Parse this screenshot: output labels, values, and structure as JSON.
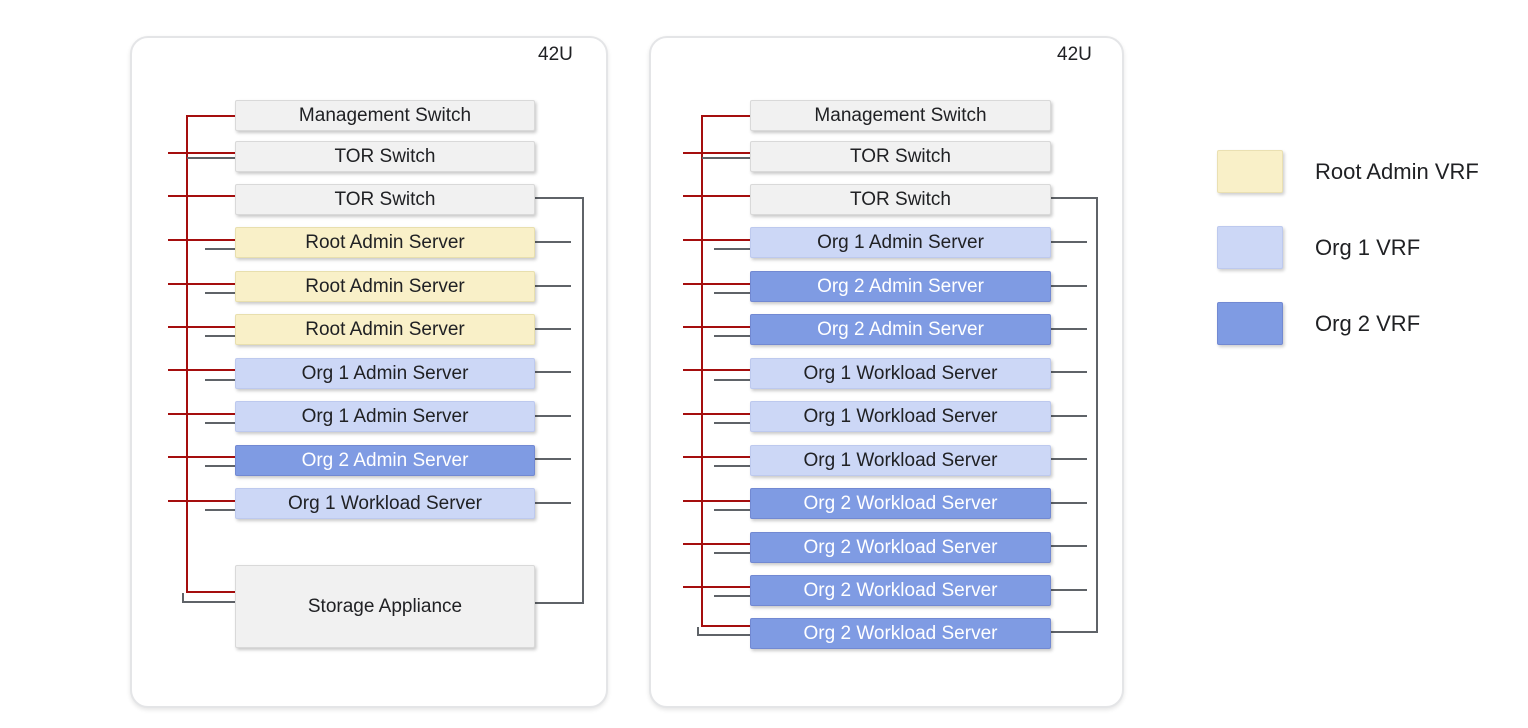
{
  "racks": [
    {
      "label": "42U",
      "units": [
        {
          "label": "Management Switch",
          "type": "switch"
        },
        {
          "label": "TOR Switch",
          "type": "switch"
        },
        {
          "label": "TOR Switch",
          "type": "switch"
        },
        {
          "label": "Root Admin Server",
          "type": "root-admin-vrf"
        },
        {
          "label": "Root Admin Server",
          "type": "root-admin-vrf"
        },
        {
          "label": "Root Admin Server",
          "type": "root-admin-vrf"
        },
        {
          "label": "Org 1 Admin Server",
          "type": "org1-vrf"
        },
        {
          "label": "Org 1 Admin Server",
          "type": "org1-vrf"
        },
        {
          "label": "Org 2 Admin Server",
          "type": "org2-vrf"
        },
        {
          "label": "Org 1 Workload Server",
          "type": "org1-vrf"
        },
        {
          "label": "Storage Appliance",
          "type": "storage"
        }
      ]
    },
    {
      "label": "42U",
      "units": [
        {
          "label": "Management Switch",
          "type": "switch"
        },
        {
          "label": "TOR Switch",
          "type": "switch"
        },
        {
          "label": "TOR Switch",
          "type": "switch"
        },
        {
          "label": "Org 1 Admin Server",
          "type": "org1-vrf"
        },
        {
          "label": "Org 2 Admin Server",
          "type": "org2-vrf"
        },
        {
          "label": "Org 2 Admin Server",
          "type": "org2-vrf"
        },
        {
          "label": "Org 1 Workload Server",
          "type": "org1-vrf"
        },
        {
          "label": "Org 1 Workload Server",
          "type": "org1-vrf"
        },
        {
          "label": "Org 1 Workload Server",
          "type": "org1-vrf"
        },
        {
          "label": "Org 2 Workload Server",
          "type": "org2-vrf"
        },
        {
          "label": "Org 2 Workload Server",
          "type": "org2-vrf"
        },
        {
          "label": "Org 2 Workload Server",
          "type": "org2-vrf"
        },
        {
          "label": "Org 2 Workload Server",
          "type": "org2-vrf"
        }
      ]
    }
  ],
  "legend": {
    "items": [
      {
        "label": "Root Admin VRF",
        "color": "#F9F0C8"
      },
      {
        "label": "Org 1 VRF",
        "color": "#CCD7F6"
      },
      {
        "label": "Org 2 VRF",
        "color": "#7F9BE3"
      }
    ]
  },
  "colors": {
    "root_vrf": "#F9F0C8",
    "org1_vrf": "#CCD7F6",
    "org2_vrf": "#7F9BE3",
    "switch_fill": "#F1F1F1",
    "line_red": "#A50E0E",
    "line_gray": "#5F6368",
    "text_dark": "#202124"
  }
}
